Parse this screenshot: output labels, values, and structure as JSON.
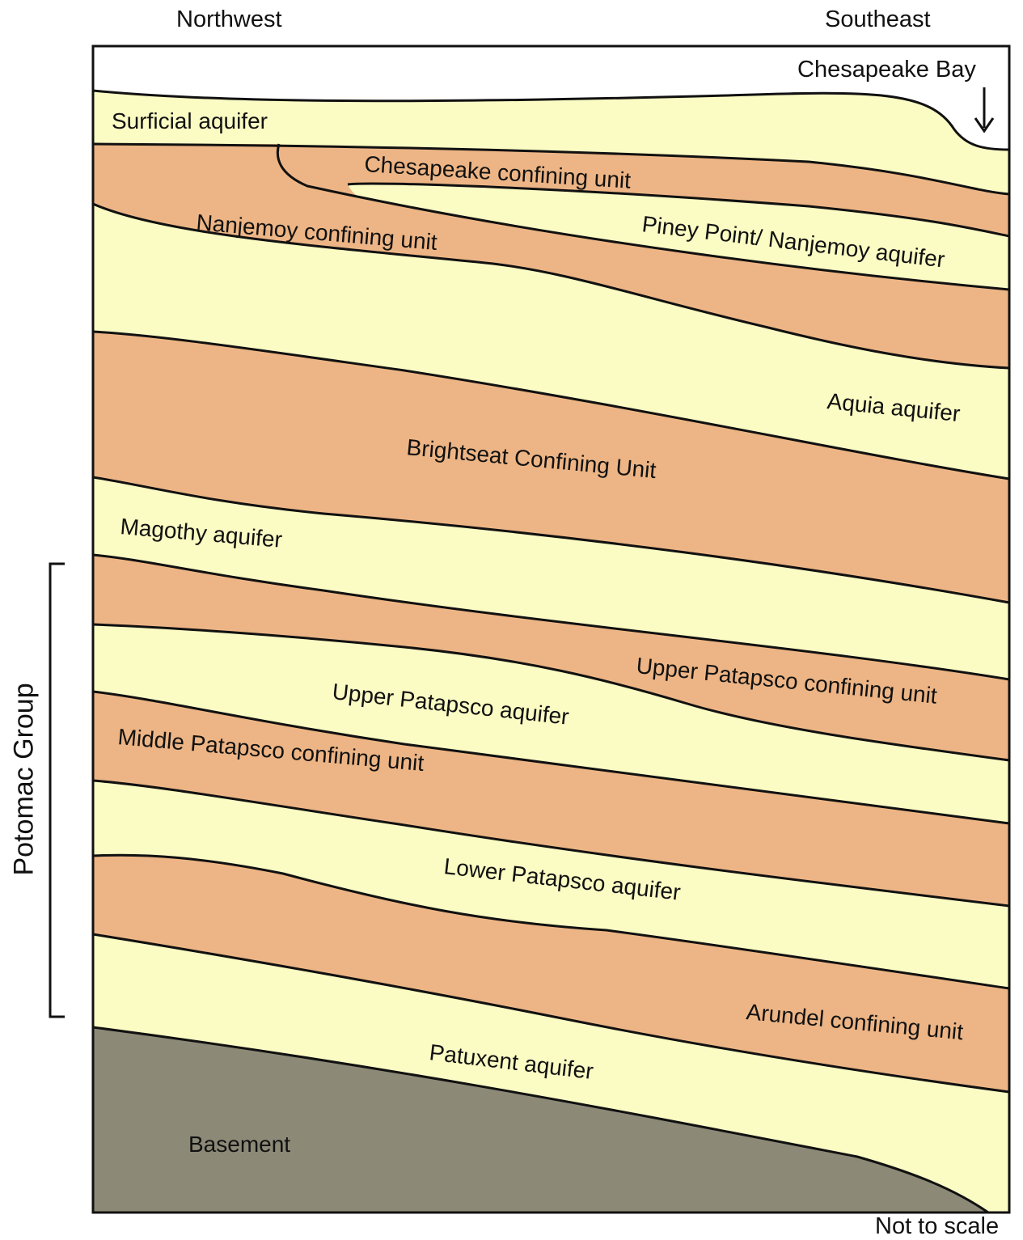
{
  "directions": {
    "left": "Northwest",
    "right": "Southeast"
  },
  "bay_label": "Chesapeake Bay",
  "group_label": "Potomac Group",
  "scale_note": "Not to scale",
  "colors": {
    "aquifer": "#FBFBC4",
    "confining_unit": "#EDB585",
    "basement": "#8C8977",
    "background": "#FFFFFF",
    "outline": "#111111"
  },
  "units": [
    {
      "name": "Surficial aquifer",
      "kind": "aquifer"
    },
    {
      "name": "Chesapeake confining unit",
      "kind": "confining_unit"
    },
    {
      "name": "Piney Point/ Nanjemoy aquifer",
      "kind": "aquifer"
    },
    {
      "name": "Nanjemoy confining unit",
      "kind": "confining_unit"
    },
    {
      "name": "Aquia aquifer",
      "kind": "aquifer"
    },
    {
      "name": "Brightseat Confining Unit",
      "kind": "confining_unit"
    },
    {
      "name": "Magothy aquifer",
      "kind": "aquifer"
    },
    {
      "name": "Upper Patapsco confining unit",
      "kind": "confining_unit"
    },
    {
      "name": "Upper Patapsco aquifer",
      "kind": "aquifer"
    },
    {
      "name": "Middle Patapsco confining unit",
      "kind": "confining_unit"
    },
    {
      "name": "Lower Patapsco aquifer",
      "kind": "aquifer"
    },
    {
      "name": "Arundel confining unit",
      "kind": "confining_unit"
    },
    {
      "name": "Patuxent aquifer",
      "kind": "aquifer"
    },
    {
      "name": "Basement",
      "kind": "basement"
    }
  ]
}
